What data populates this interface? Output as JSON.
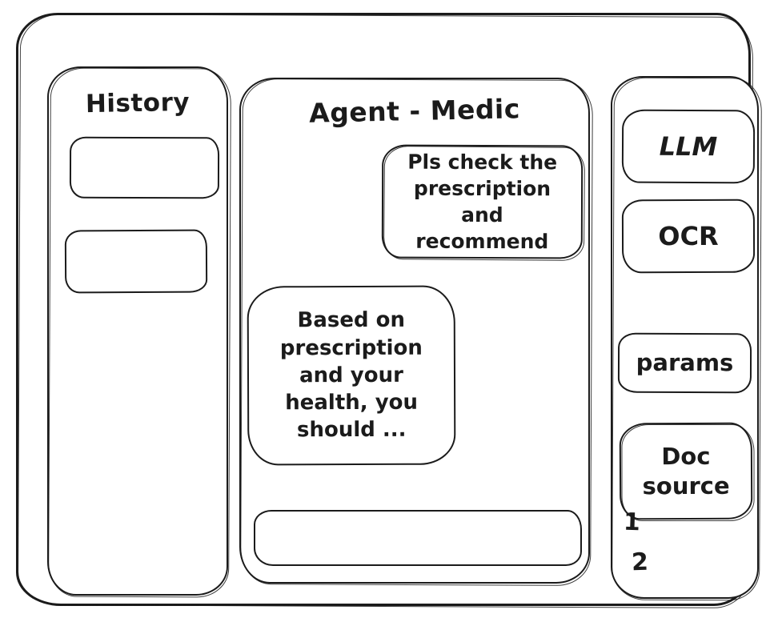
{
  "colors": {
    "ink": "#1b1b1b",
    "background": "#ffffff"
  },
  "history_panel": {
    "title": "History",
    "items": [
      {
        "label": ""
      },
      {
        "label": ""
      }
    ]
  },
  "chat_panel": {
    "title": "Agent - Medic",
    "messages": [
      {
        "role": "user",
        "text": "Pls check the prescription and recommend"
      },
      {
        "role": "assistant",
        "text": "Based on prescription and your health, you should ..."
      }
    ],
    "input": {
      "value": "",
      "placeholder": ""
    }
  },
  "tools_panel": {
    "buttons": [
      {
        "label": "LLM"
      },
      {
        "label": "OCR"
      },
      {
        "label": "params"
      },
      {
        "label": "Doc source"
      }
    ],
    "doc_source_list": [
      "1",
      "2"
    ]
  }
}
